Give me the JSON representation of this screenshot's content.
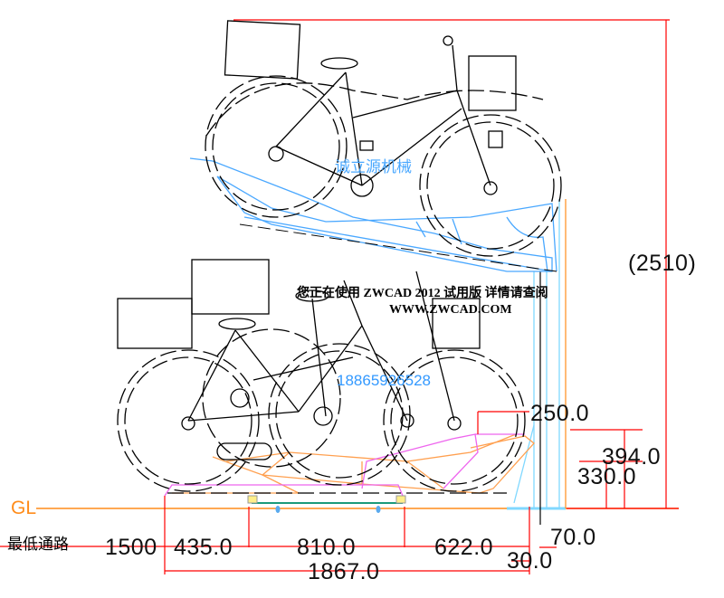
{
  "watermark": {
    "line1": "您正在使用 ZWCAD 2012 试用版 详情请查阅",
    "line2": "WWW.ZWCAD.COM"
  },
  "brand_text": "诚立源机械",
  "phone_text": "18865926528",
  "labels": {
    "ground": "GL",
    "min_aisle": "最低通路"
  },
  "dimensions": {
    "total_height": "(2510)",
    "d250": "250.0",
    "d394": "394.0",
    "d330": "330.0",
    "d70": "70.0",
    "d1500": "1500",
    "d435": "435.0",
    "d810": "810.0",
    "d622": "622.0",
    "d30": "30.0",
    "d1867": "1867.0"
  },
  "colors": {
    "dimension": "#ff0000",
    "ground": "#ff8c1a",
    "upper_rack": "#4aa8ff",
    "lower_rack": "#ffa050",
    "tray": "#ee66ee",
    "post": "#80d8ff",
    "bike": "#000000"
  }
}
